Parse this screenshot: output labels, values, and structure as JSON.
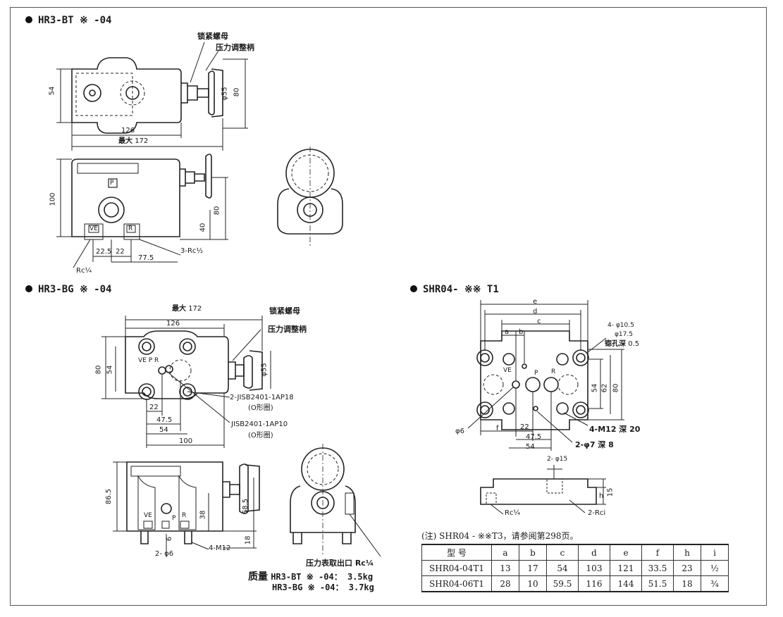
{
  "sections": {
    "bt": "HR3-BT ※ -04",
    "bg": "HR3-BG ※ -04",
    "shr": "SHR04- ※※ T1"
  },
  "bt_top": {
    "label_locknut": "锁紧螺母",
    "label_handle": "压力调整柄",
    "dim_54": "54",
    "dim_phi55": "φ55",
    "dim_80": "80",
    "dim_126": "126",
    "max_label": "最大",
    "max_value": "172"
  },
  "bt_front": {
    "port_p": "P",
    "port_ve": "VE",
    "port_r": "R",
    "dim_100": "100",
    "dim_80": "80",
    "dim_40": "40",
    "dim_22_5": "22.5",
    "dim_22": "22",
    "dim_77_5": "77.5",
    "thread_3rc": "3-Rc½",
    "thread_rc14": "Rc¼"
  },
  "bg_top": {
    "max_label": "最大",
    "max_value": "172",
    "dim_126": "126",
    "label_locknut": "锁紧螺母",
    "label_handle": "压力调整柄",
    "dim_80": "80",
    "dim_54": "54",
    "dim_phi55": "φ55",
    "ports_text": "VE  P  R",
    "oring1": "2-JISB2401-1AP18",
    "oring1_sub": "(O形圈)",
    "oring2": "JISB2401-1AP10",
    "oring2_sub": "(O形圈)",
    "dim_22": "22",
    "dim_47_5": "47.5",
    "dim_54b": "54",
    "dim_100": "100"
  },
  "bg_front": {
    "dim_86_5": "86.5",
    "dim_68_5": "68.5",
    "dim_38": "38",
    "dim_18": "18",
    "dim_6": "6",
    "port_ve": "VE",
    "port_p": "P",
    "port_r": "R",
    "hole_2phi6": "2- φ6",
    "thread_4m12": "4-M12",
    "gauge_port": "压力表取出口 Rc¼"
  },
  "mass": {
    "title": "质量",
    "line1": "HR3-BT ※ -04： 3.5kg",
    "line2": "HR3-BG ※ -04： 3.7kg"
  },
  "shr": {
    "dim_e": "e",
    "dim_d": "d",
    "dim_c": "c",
    "dim_a": "a",
    "dim_b": "b",
    "dim_f": "f",
    "hole_label": "4- φ10.5",
    "cbore_label": "φ17.5",
    "cbore_depth": "锪孔深",
    "cbore_depth_val": "0.5",
    "port_ve": "VE",
    "port_p": "P",
    "port_r": "R",
    "dim_54": "54",
    "dim_62": "62",
    "dim_80": "80",
    "dim_phi6": "φ6",
    "dim_22": "22",
    "dim_47_5": "47.5",
    "dim_54b": "54",
    "thread_4m12": "4-M12 深 20",
    "hole_2phi7": "2-φ7 深 8",
    "hole_2phi15": "2- φ15",
    "dim_h": "h",
    "dim_15": "15",
    "rc14": "Rc¼",
    "rci": "2-Rci"
  },
  "note": "(注) SHR04 - ※※T3，请参阅第298页。",
  "table": {
    "header": [
      "型    号",
      "a",
      "b",
      "c",
      "d",
      "e",
      "f",
      "h",
      "i"
    ],
    "rows": [
      [
        "SHR04-04T1",
        "13",
        "17",
        "54",
        "103",
        "121",
        "33.5",
        "23",
        "½"
      ],
      [
        "SHR04-06T1",
        "28",
        "10",
        "59.5",
        "116",
        "144",
        "51.5",
        "18",
        "¾"
      ]
    ]
  }
}
